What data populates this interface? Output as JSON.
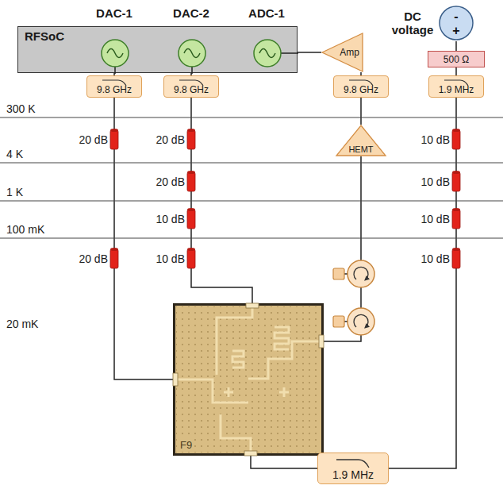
{
  "diagram": {
    "nodes": [
      {
        "text": [
          "RFSoC"
        ]
      },
      {
        "text": [
          "9.8 GHz"
        ]
      },
      {
        "text": [
          "9.8 GHz"
        ]
      },
      {
        "text": [
          "Amp"
        ]
      },
      {
        "text": [
          "9.8 GHz"
        ]
      },
      {
        "text": [
          "DC voltage",
          "-",
          "+"
        ]
      },
      {
        "text": [
          "500 Ω"
        ]
      },
      {
        "text": [
          "1.9 MHz"
        ]
      },
      {
        "text": [
          "HEMT"
        ]
      },
      {
        "text": [
          "F9"
        ]
      },
      {
        "text": [
          "1.9 MHz"
        ]
      }
    ],
    "edges": [
      {
        "from": 0,
        "to": 1,
        "arrow": "none"
      },
      {
        "from": 0,
        "to": 2,
        "arrow": "none"
      },
      {
        "from": 0,
        "to": 3,
        "arrow": "none"
      },
      {
        "from": 3,
        "to": 4,
        "arrow": "none"
      },
      {
        "from": 5,
        "to": 6,
        "arrow": "none"
      },
      {
        "from": 6,
        "to": 7,
        "arrow": "none"
      },
      {
        "from": 1,
        "to": 9,
        "arrow": "none"
      },
      {
        "from": 2,
        "to": 9,
        "arrow": "none"
      },
      {
        "from": 4,
        "to": 8,
        "arrow": "none"
      },
      {
        "from": 8,
        "to": 9,
        "arrow": "none"
      },
      {
        "from": 7,
        "to": 10,
        "arrow": "none"
      },
      {
        "from": 10,
        "to": 9,
        "arrow": "none"
      }
    ],
    "labels": [
      "DAC-1",
      "DAC-2",
      "ADC-1",
      "300 K",
      "20 dB",
      "20 dB",
      "10 dB",
      "4 K",
      "20 dB",
      "10 dB",
      "1 K",
      "10 dB",
      "10 dB",
      "100 mK",
      "20 dB",
      "10 dB",
      "10 dB",
      "20 mK"
    ]
  }
}
